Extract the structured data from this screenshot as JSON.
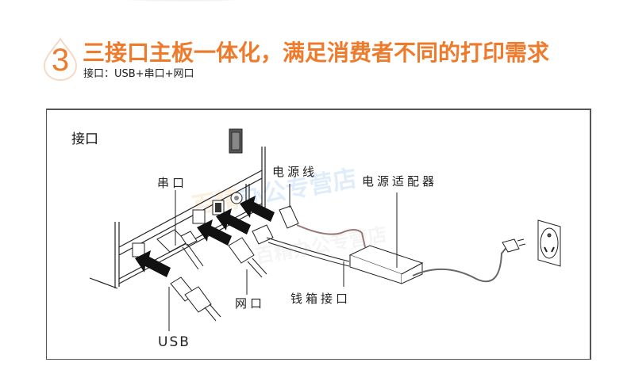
{
  "section": {
    "number": "3",
    "headline": "三接口主板一体化，满足消费者不同的打印需求",
    "subline": "接口：USB+串口+网口",
    "accent_color": "#ee7a2b"
  },
  "diagram": {
    "title": "接口",
    "labels": {
      "serial": "串口",
      "power_cord": "电源线",
      "power_adapter": "电源适配器",
      "ethernet": "网口",
      "cash_drawer": "钱箱接口",
      "usb": "USB"
    },
    "watermark": {
      "brand_orange": "百精",
      "brand_blue": "办公专营店"
    }
  }
}
